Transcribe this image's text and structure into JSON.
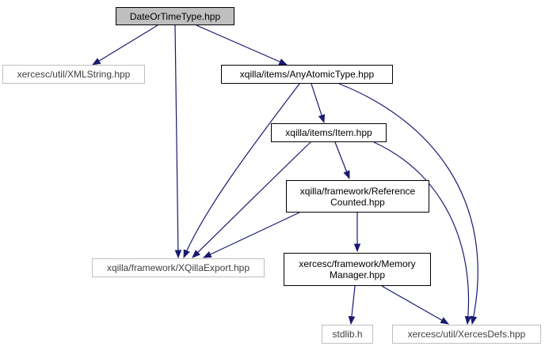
{
  "nodes": {
    "root": {
      "label": "DateOrTimeType.hpp"
    },
    "xmlstring": {
      "label": "xercesc/util/XMLString.hpp"
    },
    "anyatomic": {
      "label": "xqilla/items/AnyAtomicType.hpp"
    },
    "item": {
      "label": "xqilla/items/Item.hpp"
    },
    "refcounted": {
      "line1": "xqilla/framework/Reference",
      "line2": "Counted.hpp"
    },
    "xqillaexport": {
      "label": "xqilla/framework/XQillaExport.hpp"
    },
    "memmanager": {
      "line1": "xercesc/framework/Memory",
      "line2": "Manager.hpp"
    },
    "stdlib": {
      "label": "stdlib.h"
    },
    "xercesdefs": {
      "label": "xercesc/util/XercesDefs.hpp"
    }
  },
  "colors": {
    "edge": "#191970",
    "root_fill": "#bfbfbf",
    "external_border": "#bfbfbf"
  }
}
